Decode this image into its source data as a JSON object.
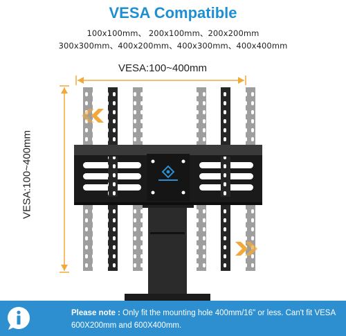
{
  "title": "VESA Compatible",
  "sizes_line1": "100x100mm、 200x100mm、200x200mm",
  "sizes_line2": "300x300mm、400x200mm、400x300mm、400x400mm",
  "horizontal_label": "VESA:100~400mm",
  "vertical_label": "VESA:100~400mm",
  "note": {
    "label": "Please note :",
    "text": " Only fit the mounting hole 400mm/16\" or less. Can't fit VESA 600X200mm and 600X400mm."
  },
  "icons": {
    "info": "info-icon",
    "arrows_left": "double-chevron-left-icon",
    "arrows_right": "double-chevron-right-icon",
    "logo": "brand-logo-icon"
  },
  "colors": {
    "title": "#1e8fd0",
    "note_bar": "#2d8fcf",
    "dimension": "#f2a93a"
  }
}
